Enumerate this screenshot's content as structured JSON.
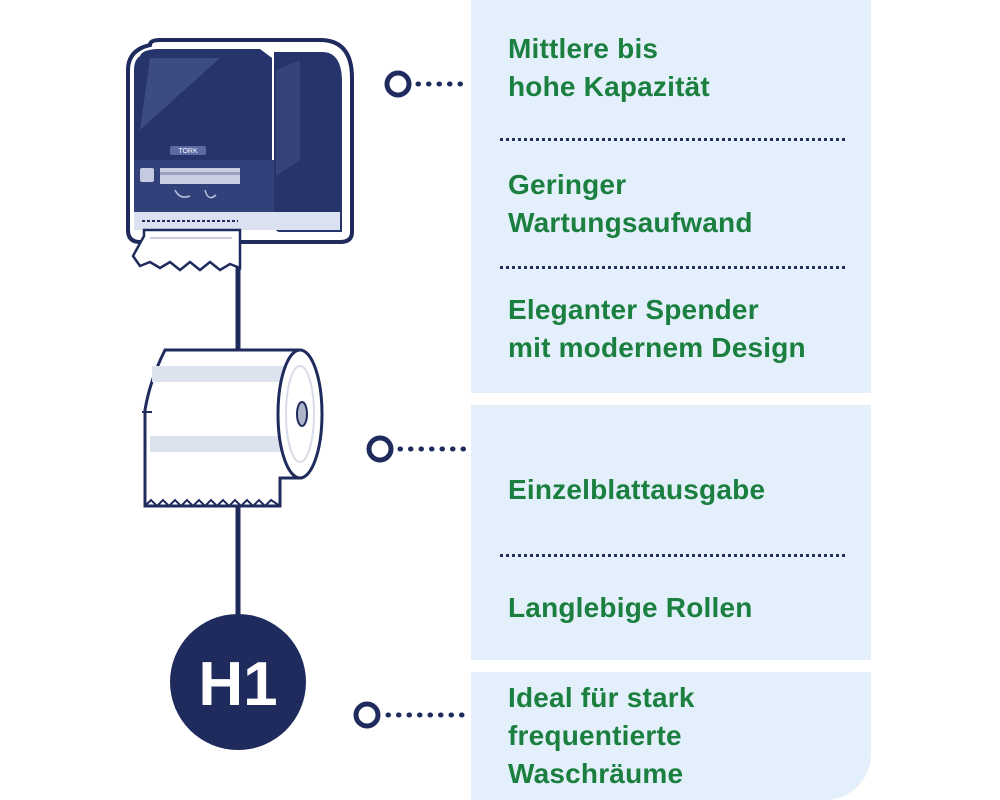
{
  "badge": {
    "label": "H1"
  },
  "dispenser": {
    "brand_text": "TORK"
  },
  "colors": {
    "navy": "#1f2b5c",
    "green": "#1a7f3f",
    "panel_bg": "#e3f0fb"
  },
  "features": {
    "capacity": {
      "line1": "Mittlere bis",
      "line2": "hohe Kapazität"
    },
    "maintenance": {
      "line1": "Geringer",
      "line2": "Wartungsaufwand"
    },
    "design": {
      "line1": "Eleganter Spender",
      "line2": "mit modernem Design"
    },
    "single_sheet": {
      "line1": "Einzelblattausgabe"
    },
    "long_rolls": {
      "line1": "Langlebige Rollen"
    },
    "high_traffic": {
      "line1": "Ideal für stark",
      "line2": "frequentierte",
      "line3": "Waschräume"
    }
  }
}
